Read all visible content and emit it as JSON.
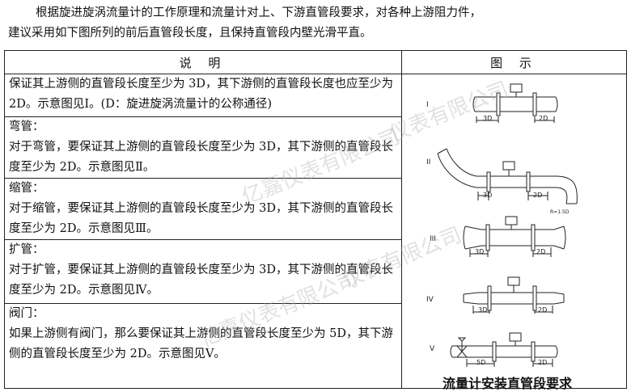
{
  "intro": {
    "line1": "根据旋进旋涡流量计的工作原理和流量计对上、下游直管段要求，对各种上游阻力件，",
    "line2": "建议采用如下图所列的前后直管段长度，且保持直管段内壁光滑平直。"
  },
  "table": {
    "header_desc": "说 明",
    "header_fig": "图 示",
    "rows": [
      {
        "title": "",
        "text": "保证其上游侧的直管段长度至少为 3D，其下游侧的直管段长度也应至少为 2D。示意图见Ⅰ。(D：旋进旋涡流量计的公称通径)"
      },
      {
        "title": "弯管：",
        "text": "对于弯管，要保证其上游侧的直管段长度至少为 3D，其下游侧的直管段长度至少为 2D。示意图见Ⅱ。"
      },
      {
        "title": "缩管：",
        "text": "对于缩管，要保证其上游侧的直管段长度至少为 3D，其下游侧的直管段长度至少为 2D。示意图见Ⅲ。"
      },
      {
        "title": "扩管：",
        "text": "对于扩管，要保证其上游侧的直管段长度至少为 3D，其下游侧的直管段长度至少为 2D。示意图见Ⅳ。"
      },
      {
        "title": "阀门：",
        "text": "如果上游侧有阀门，那么要保证其上游侧的直管段长度至少为 5D，其下游侧的直管段长度至少为 2D。示意图见Ⅴ。"
      }
    ]
  },
  "figures": {
    "labels": [
      "I",
      "II",
      "III",
      "IV",
      "V"
    ],
    "upstream_3d": "3D",
    "upstream_5d": "5D",
    "downstream_2d": "2D",
    "bend_radius": "R=1.5D",
    "caption": "流量计安装直管段要求"
  },
  "watermark": {
    "text1": "仪表有限公司",
    "text2": "亿嘉仪表有限公司",
    "text3": "仪表有限公司",
    "text4": "亿嘉仪表有限公司"
  }
}
